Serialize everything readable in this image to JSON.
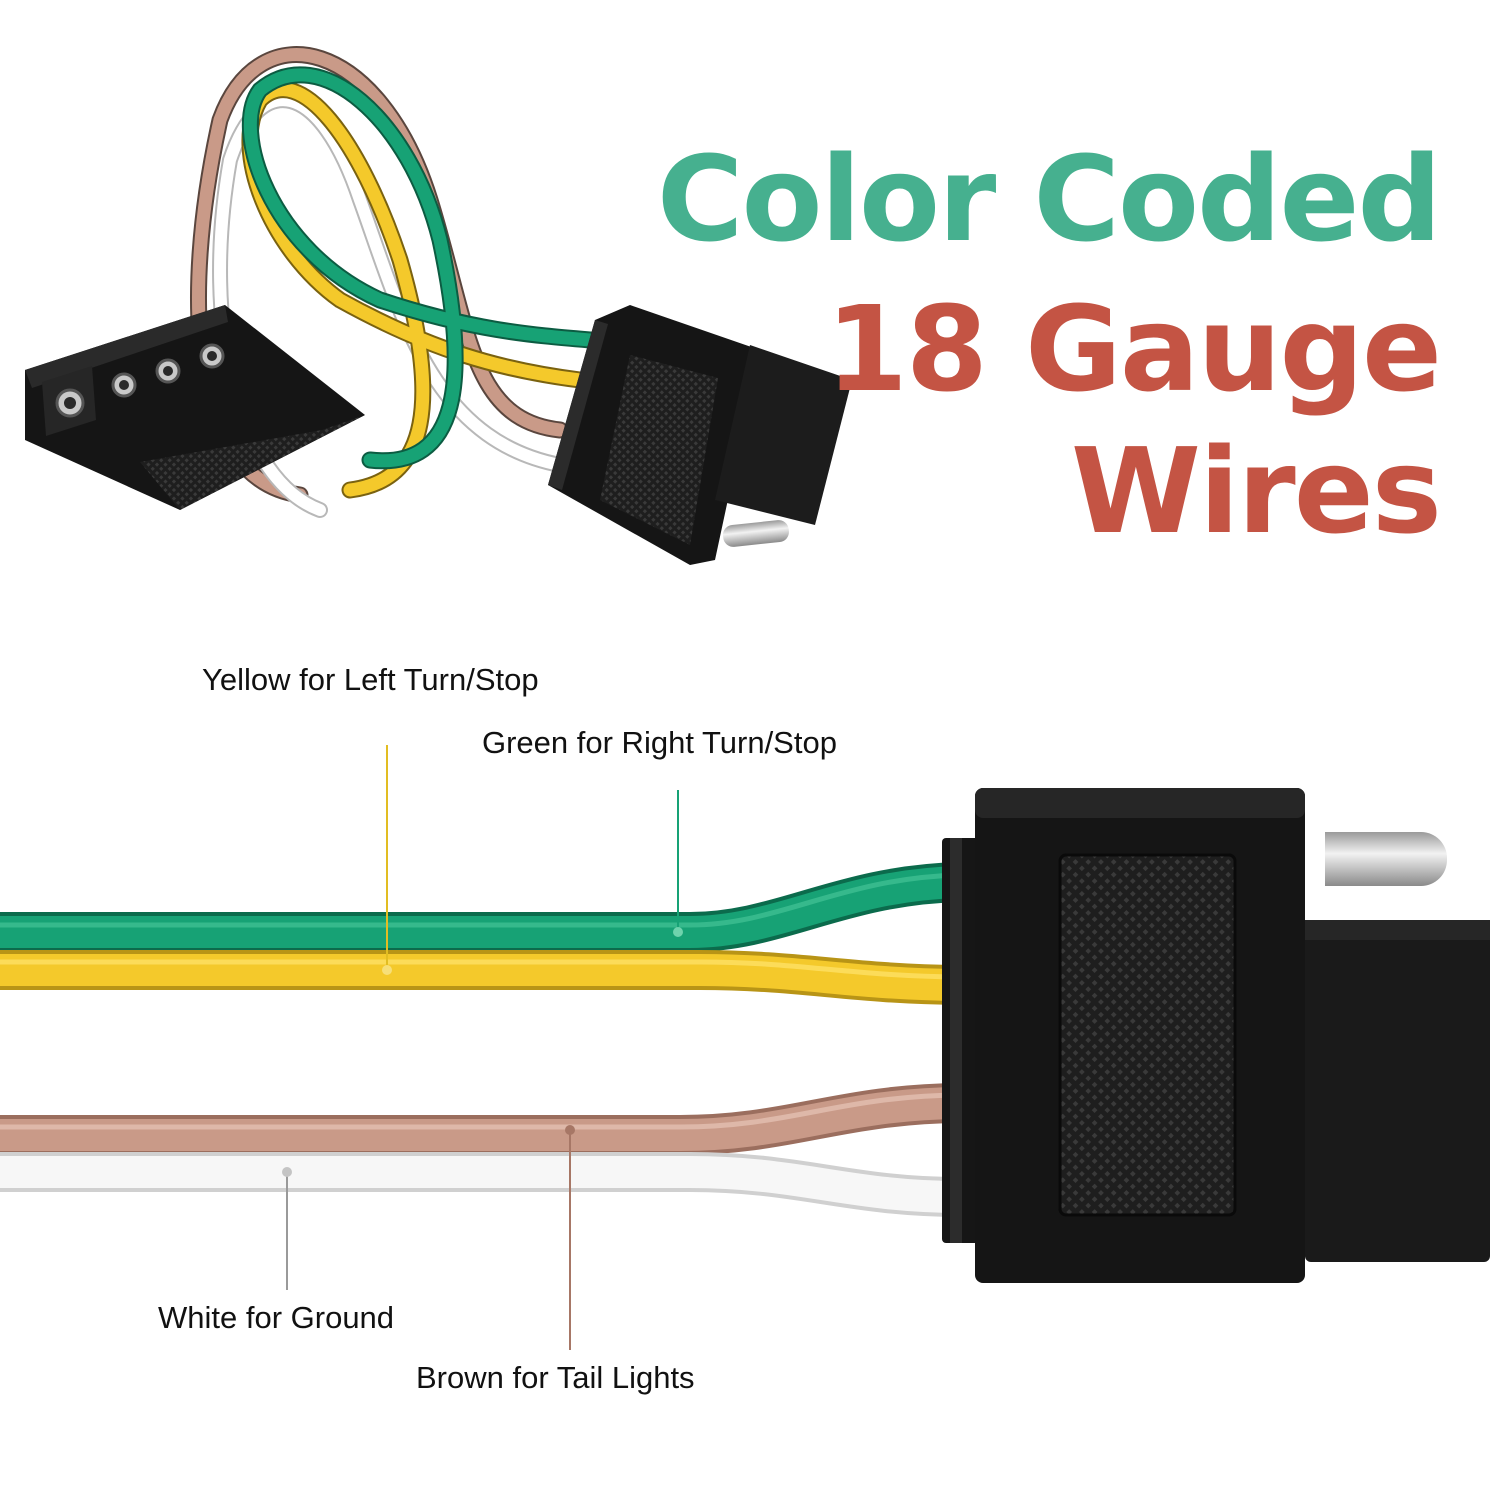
{
  "headline": {
    "line1": "Color Coded",
    "line2": "18 Gauge",
    "line3": "Wires"
  },
  "labels": {
    "yellow": "Yellow for Left Turn/Stop",
    "green": "Green for Right Turn/Stop",
    "white": "White for Ground",
    "brown": "Brown for Tail Lights"
  },
  "colors": {
    "headline_teal": "#46b08f",
    "headline_red": "#c45444",
    "wire_green": "#17a275",
    "wire_yellow": "#f4c92b",
    "wire_brown": "#c99a88",
    "wire_white": "#f4f4f4",
    "connector": "#151515"
  }
}
